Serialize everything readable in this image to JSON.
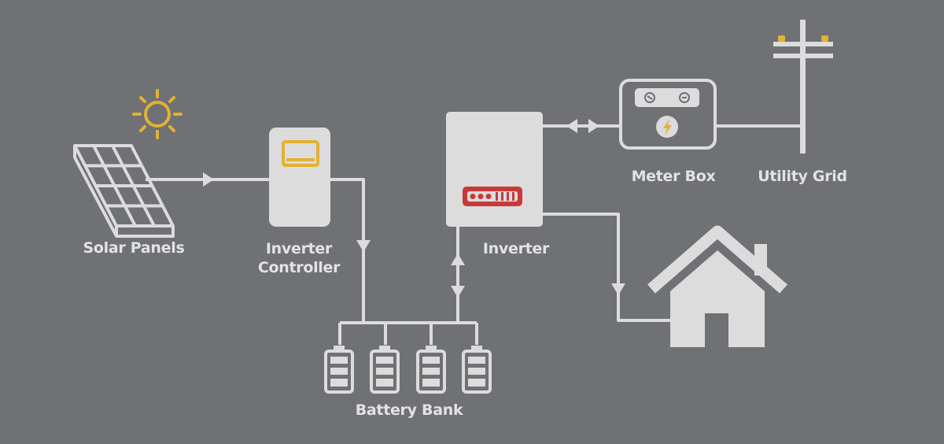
{
  "labels": {
    "solar_panels": "Solar Panels",
    "inverter_controller_line1": "Inverter",
    "inverter_controller_line2": "Controller",
    "inverter": "Inverter",
    "meter_box": "Meter Box",
    "utility_grid": "Utility Grid",
    "battery_bank": "Battery Bank"
  },
  "colors": {
    "background": "#6f7175",
    "component": "#dcdcdc",
    "sun": "#e2b233",
    "controller_display": "#e2b233",
    "inverter_display": "#c83a3a",
    "meter_bolt": "#e2b233"
  },
  "icons": [
    "sun-icon",
    "solar-panel-icon",
    "controller-icon",
    "inverter-icon",
    "meter-box-icon",
    "utility-pole-icon",
    "battery-icon",
    "house-icon"
  ]
}
